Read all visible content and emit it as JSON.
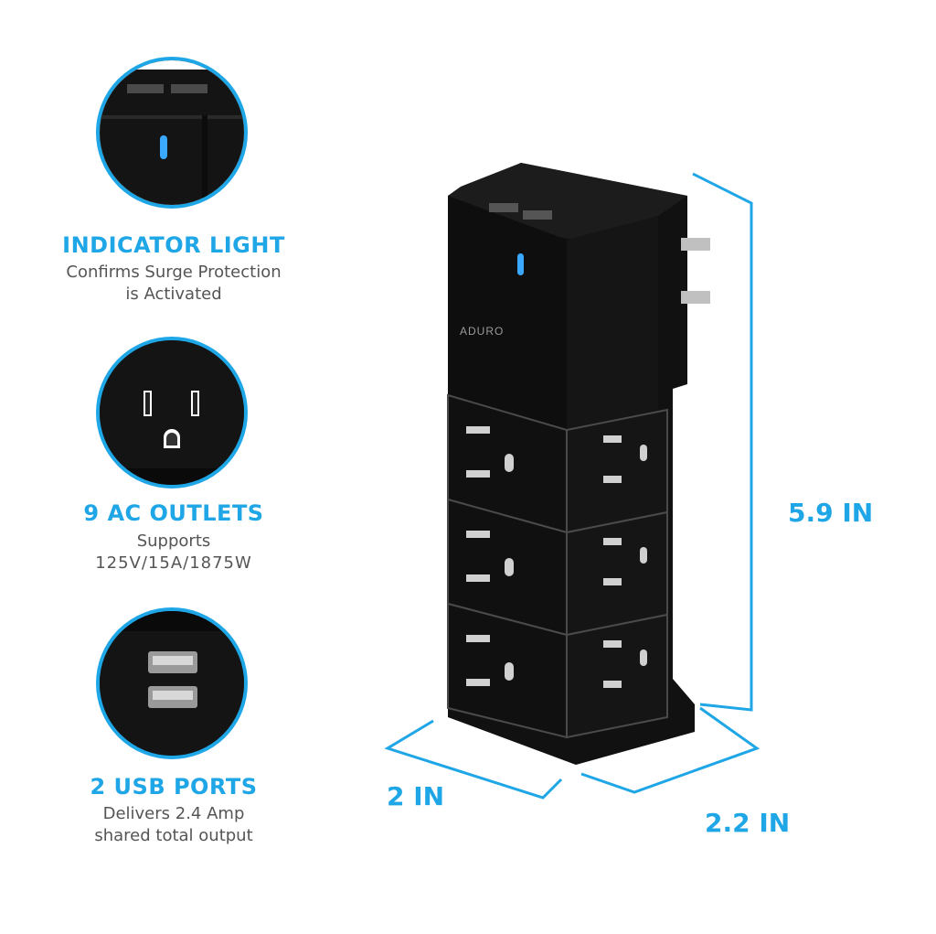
{
  "features": [
    {
      "title": "INDICATOR LIGHT",
      "line1": "Confirms Surge Protection",
      "line2": "is Activated",
      "icon": "indicator-light-icon"
    },
    {
      "title": "9 AC OUTLETS",
      "line1": "Supports",
      "line2": "125V/15A/1875W",
      "icon": "ac-outlet-icon"
    },
    {
      "title": "2 USB PORTS",
      "line1": "Delivers 2.4 Amp",
      "line2": "shared total output",
      "icon": "usb-port-icon"
    }
  ],
  "product": {
    "brand": "ADURO"
  },
  "dimensions": {
    "height": "5.9 IN",
    "width": "2 IN",
    "depth": "2.2 IN"
  },
  "colors": {
    "accent": "#1fa6e6",
    "body": "#161616",
    "led": "#3aa8ff"
  }
}
